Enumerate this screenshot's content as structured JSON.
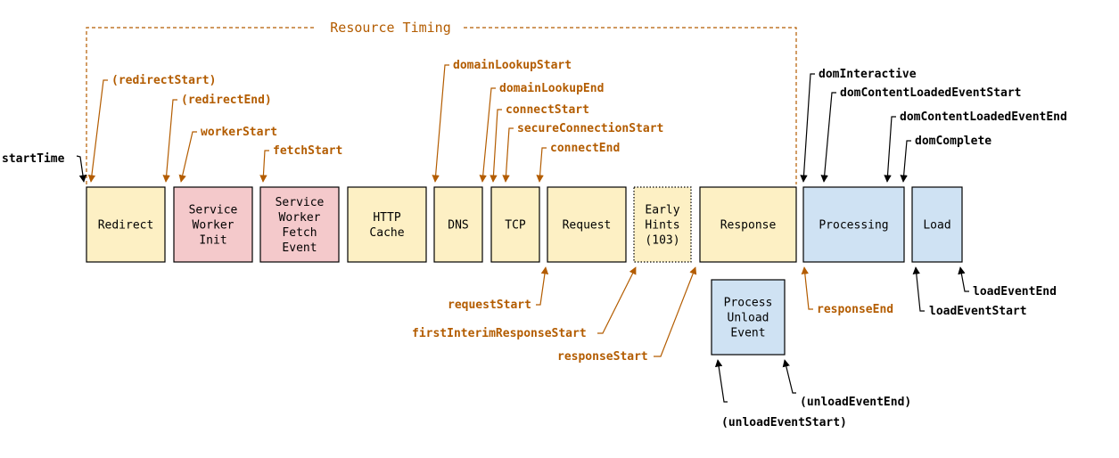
{
  "colors": {
    "orange": "#b35c00",
    "black": "#000000",
    "yellow_fill": "#fdf0c4",
    "pink_fill": "#f4c9cb",
    "blue_fill": "#cfe2f3",
    "border": "#000000"
  },
  "resource_timing": {
    "title": "Resource Timing"
  },
  "boxes": [
    {
      "id": "redirect",
      "lines": [
        "Redirect"
      ],
      "fill": "yellow"
    },
    {
      "id": "sw-init",
      "lines": [
        "Service",
        "Worker",
        "Init"
      ],
      "fill": "pink"
    },
    {
      "id": "sw-fetch",
      "lines": [
        "Service",
        "Worker",
        "Fetch",
        "Event"
      ],
      "fill": "pink"
    },
    {
      "id": "http-cache",
      "lines": [
        "HTTP",
        "Cache"
      ],
      "fill": "yellow"
    },
    {
      "id": "dns",
      "lines": [
        "DNS"
      ],
      "fill": "yellow"
    },
    {
      "id": "tcp",
      "lines": [
        "TCP"
      ],
      "fill": "yellow"
    },
    {
      "id": "request",
      "lines": [
        "Request"
      ],
      "fill": "yellow"
    },
    {
      "id": "early-hints",
      "lines": [
        "Early",
        "Hints",
        "(103)"
      ],
      "fill": "yellow",
      "dotted": true
    },
    {
      "id": "response",
      "lines": [
        "Response"
      ],
      "fill": "yellow"
    },
    {
      "id": "processing",
      "lines": [
        "Processing"
      ],
      "fill": "blue"
    },
    {
      "id": "load",
      "lines": [
        "Load"
      ],
      "fill": "blue"
    },
    {
      "id": "unload",
      "lines": [
        "Process",
        "Unload",
        "Event"
      ],
      "fill": "blue"
    }
  ],
  "labels": [
    {
      "id": "startTime",
      "text": "startTime",
      "color": "black"
    },
    {
      "id": "redirectStart",
      "text": "(redirectStart)",
      "color": "orange"
    },
    {
      "id": "redirectEnd",
      "text": "(redirectEnd)",
      "color": "orange"
    },
    {
      "id": "workerStart",
      "text": "workerStart",
      "color": "orange"
    },
    {
      "id": "fetchStart",
      "text": "fetchStart",
      "color": "orange"
    },
    {
      "id": "domainLookupStart",
      "text": "domainLookupStart",
      "color": "orange"
    },
    {
      "id": "domainLookupEnd",
      "text": "domainLookupEnd",
      "color": "orange"
    },
    {
      "id": "connectStart",
      "text": "connectStart",
      "color": "orange"
    },
    {
      "id": "secureConnectionStart",
      "text": "secureConnectionStart",
      "color": "orange"
    },
    {
      "id": "connectEnd",
      "text": "connectEnd",
      "color": "orange"
    },
    {
      "id": "requestStart",
      "text": "requestStart",
      "color": "orange"
    },
    {
      "id": "firstInterimResponseStart",
      "text": "firstInterimResponseStart",
      "color": "orange"
    },
    {
      "id": "responseStart",
      "text": "responseStart",
      "color": "orange"
    },
    {
      "id": "responseEnd",
      "text": "responseEnd",
      "color": "orange"
    },
    {
      "id": "domInteractive",
      "text": "domInteractive",
      "color": "black"
    },
    {
      "id": "domContentLoadedEventStart",
      "text": "domContentLoadedEventStart",
      "color": "black"
    },
    {
      "id": "domContentLoadedEventEnd",
      "text": "domContentLoadedEventEnd",
      "color": "black"
    },
    {
      "id": "domComplete",
      "text": "domComplete",
      "color": "black"
    },
    {
      "id": "loadEventStart",
      "text": "loadEventStart",
      "color": "black"
    },
    {
      "id": "loadEventEnd",
      "text": "loadEventEnd",
      "color": "black"
    },
    {
      "id": "unloadEventStart",
      "text": "(unloadEventStart)",
      "color": "black"
    },
    {
      "id": "unloadEventEnd",
      "text": "(unloadEventEnd)",
      "color": "black"
    }
  ]
}
